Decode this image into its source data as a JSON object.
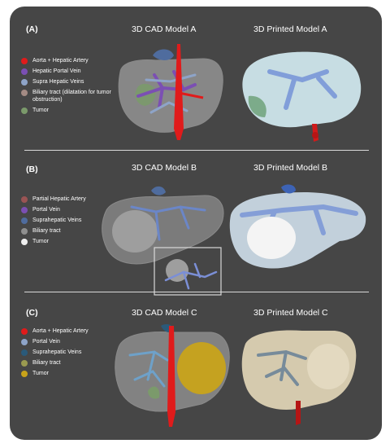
{
  "colors": {
    "background": "#464646",
    "red": "#e01b1b",
    "purple": "#7b4fb3",
    "light_blue": "#8ea4c8",
    "brown": "#a48b84",
    "green": "#7b9a6b",
    "maroon": "#9a5454",
    "steel_blue": "#4f6c9e",
    "gray": "#8f8f8f",
    "white": "#efefef",
    "dark_blue": "#2a5a7a",
    "olive": "#9a9a50",
    "yellow": "#c8a31a"
  },
  "panels": [
    {
      "letter": "(A)",
      "cad_title": "3D CAD Model A",
      "printed_title": "3D Printed Model A",
      "legend": [
        {
          "label": "Aorta + Hepatic Artery",
          "color": "#e01b1b"
        },
        {
          "label": "Hepatic Portal Vein",
          "color": "#7b4fb3"
        },
        {
          "label": "Supra Hepatic Veins",
          "color": "#8ea4c8"
        },
        {
          "label": "Biliary tract (dilatation for tumor obstruction)",
          "color": "#a48b84"
        },
        {
          "label": "Tumor",
          "color": "#7b9a6b"
        }
      ]
    },
    {
      "letter": "(B)",
      "cad_title": "3D CAD Model B",
      "printed_title": "3D Printed Model B",
      "legend": [
        {
          "label": "Partial Hepatic Artery",
          "color": "#9a5454"
        },
        {
          "label": "Portal Vein",
          "color": "#7b4fb3"
        },
        {
          "label": "Suprahepatic Veins",
          "color": "#4f6c9e"
        },
        {
          "label": "Biliary tract",
          "color": "#8f8f8f"
        },
        {
          "label": "Tumor",
          "color": "#efefef"
        }
      ]
    },
    {
      "letter": "(C)",
      "cad_title": "3D CAD Model C",
      "printed_title": "3D Printed Model C",
      "legend": [
        {
          "label": "Aorta + Hepatic Artery",
          "color": "#e01b1b"
        },
        {
          "label": "Portal Vein",
          "color": "#8ea4c8"
        },
        {
          "label": "Suprahepatic Veins",
          "color": "#2a5a7a"
        },
        {
          "label": "Biliary tract",
          "color": "#9a9a50"
        },
        {
          "label": "Tumor",
          "color": "#c8a31a"
        }
      ]
    }
  ]
}
